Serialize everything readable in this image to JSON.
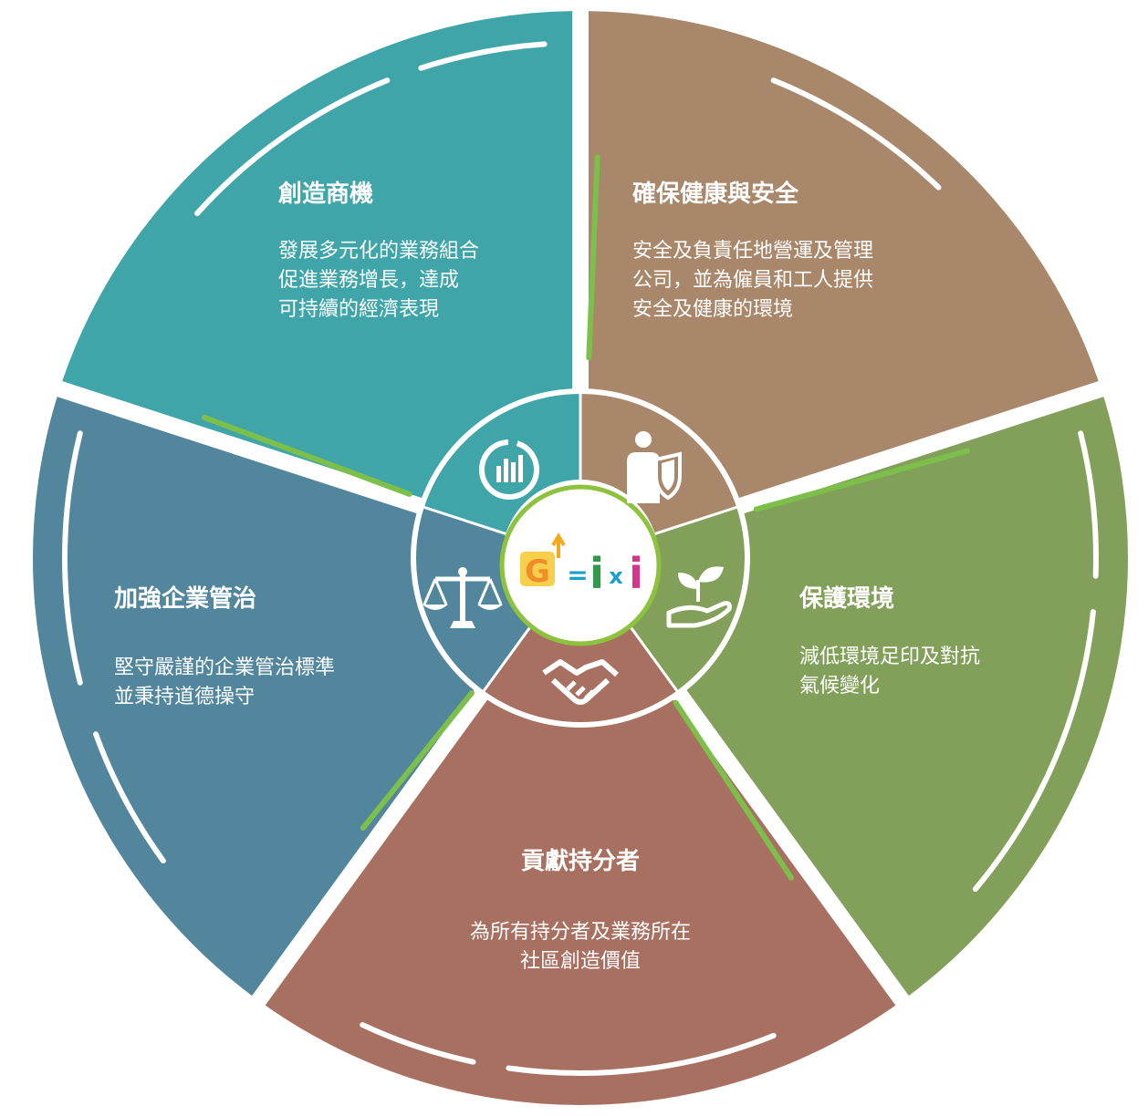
{
  "center_logo": {
    "g": "G",
    "eq": "=",
    "i1": "i",
    "x": "x",
    "i2": "i",
    "colors": {
      "g_fill": "#f28c28",
      "g_bg": "#f6d04d",
      "eq": "#1aa0c8",
      "i1": "#2e9a4a",
      "x": "#1aa0c8",
      "i2": "#d6338f",
      "arrow": "#f6a81c"
    }
  },
  "segments": [
    {
      "id": "business-opportunities",
      "title": "創造商機",
      "desc": [
        "發展多元化的業務組合",
        "促進業務增長，達成",
        "可持續的經濟表現"
      ],
      "icon": "chart-icon",
      "color": "#3fa5a8"
    },
    {
      "id": "health-safety",
      "title": "確保健康與安全",
      "desc": [
        "安全及負責任地營運及管理",
        "公司，並為僱員和工人提供",
        "安全及健康的環境"
      ],
      "icon": "person-shield-icon",
      "color": "#a8876a"
    },
    {
      "id": "environment",
      "title": "保護環境",
      "desc": [
        "減低環境足印及對抗",
        "氣候變化"
      ],
      "icon": "plant-hand-icon",
      "color": "#82a05a"
    },
    {
      "id": "stakeholders",
      "title": "貢獻持分者",
      "desc": [
        "為所有持分者及業務所在",
        "社區創造價值"
      ],
      "icon": "handshake-icon",
      "color": "#a87060"
    },
    {
      "id": "governance",
      "title": "加強企業管治",
      "desc": [
        "堅守嚴謹的企業管治標準",
        "並秉持道德操守"
      ],
      "icon": "scale-icon",
      "color": "#52869c"
    }
  ],
  "accent_green": "#7cbf4a"
}
